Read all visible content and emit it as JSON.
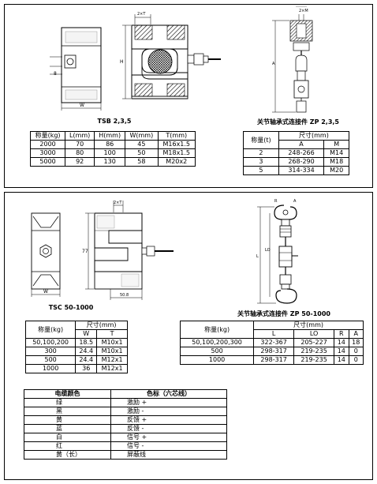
{
  "tsb": {
    "caption": "TSB 2,3,5",
    "dim_w": "W",
    "dim_h": "H",
    "dim_t": "2×T",
    "dim_8": "8",
    "headers": [
      "称量(kg)",
      "L(mm)",
      "H(mm)",
      "W(mm)",
      "T(mm)"
    ],
    "rows": [
      [
        "2000",
        "70",
        "86",
        "45",
        "M16x1.5"
      ],
      [
        "3000",
        "80",
        "100",
        "50",
        "M18x1.5"
      ],
      [
        "5000",
        "92",
        "130",
        "58",
        "M20x2"
      ]
    ]
  },
  "zp235": {
    "caption": "关节轴承式连接件 ZP 2,3,5",
    "dim_m": "2×M",
    "dim_a": "A",
    "header_load": "称量(t)",
    "header_size": "尺寸(mm)",
    "sub_headers": [
      "A",
      "M"
    ],
    "rows": [
      [
        "2",
        "248-266",
        "M14"
      ],
      [
        "3",
        "268-290",
        "M18"
      ],
      [
        "5",
        "314-334",
        "M20"
      ]
    ]
  },
  "tsc": {
    "caption": "TSC 50-1000",
    "dim_t": "2×T",
    "dim_77": "77",
    "dim_w": "W",
    "dim_508": "50.8",
    "header_load": "称量(kg)",
    "header_size": "尺寸(mm)",
    "sub_headers": [
      "W",
      "T"
    ],
    "rows": [
      [
        "50,100,200",
        "18.5",
        "M10x1"
      ],
      [
        "300",
        "24.4",
        "M10x1"
      ],
      [
        "500",
        "24.4",
        "M12x1"
      ],
      [
        "1000",
        "36",
        "M12x1"
      ]
    ]
  },
  "zp501000": {
    "caption": "关节轴承式连接件 ZP 50-1000",
    "dim_r": "R",
    "dim_a": "A",
    "dim_l": "L",
    "dim_lo": "LO",
    "header_load": "称量(kg)",
    "header_size": "尺寸(mm)",
    "sub_headers": [
      "L",
      "LO",
      "R",
      "A"
    ],
    "rows": [
      [
        "50,100,200,300",
        "322-367",
        "205-227",
        "14",
        "18"
      ],
      [
        "500",
        "298-317",
        "219-235",
        "14",
        "0"
      ],
      [
        "1000",
        "298-317",
        "219-235",
        "14",
        "0"
      ]
    ]
  },
  "cable": {
    "headers": [
      "电缆颜色",
      "色标（六芯线）"
    ],
    "rows": [
      [
        "绿",
        "激励 +"
      ],
      [
        "黑",
        "激励 -"
      ],
      [
        "黄",
        "反馈 +"
      ],
      [
        "蓝",
        "反馈 -"
      ],
      [
        "白",
        "信号 +"
      ],
      [
        "红",
        "信号 -"
      ],
      [
        "黄（长）",
        "屏蔽线"
      ]
    ]
  }
}
